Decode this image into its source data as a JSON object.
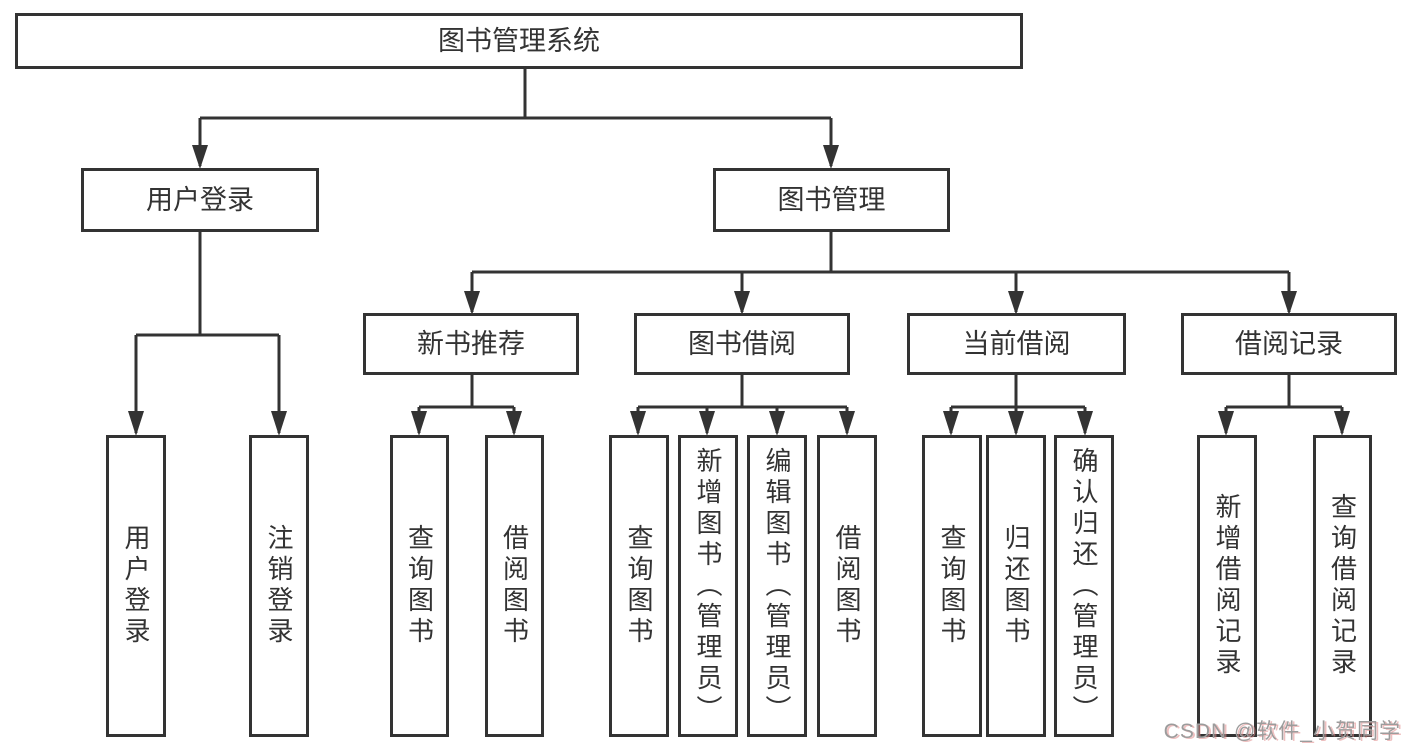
{
  "tree": {
    "label": "图书管理系统",
    "children": [
      {
        "label": "用户登录",
        "children": [
          {
            "label": "用户登录"
          },
          {
            "label": "注销登录"
          }
        ]
      },
      {
        "label": "图书管理",
        "children": [
          {
            "label": "新书推荐",
            "children": [
              {
                "label": "查询图书"
              },
              {
                "label": "借阅图书"
              }
            ]
          },
          {
            "label": "图书借阅",
            "children": [
              {
                "label": "查询图书"
              },
              {
                "label": "新增图书（管理员）"
              },
              {
                "label": "编辑图书（管理员）"
              },
              {
                "label": "借阅图书"
              }
            ]
          },
          {
            "label": "当前借阅",
            "children": [
              {
                "label": "查询图书"
              },
              {
                "label": "归还图书"
              },
              {
                "label": "确认归还（管理员）"
              }
            ]
          },
          {
            "label": "借阅记录",
            "children": [
              {
                "label": "新增借阅记录"
              },
              {
                "label": "查询借阅记录"
              }
            ]
          }
        ]
      }
    ]
  },
  "watermark": {
    "text": "CSDN @软件_小贺同学"
  },
  "colors": {
    "line": "#333333",
    "node_border": "#333333",
    "node_fill": "#ffffff",
    "node_text": "#333333",
    "watermark_text": "#9c9c9c",
    "watermark_shadow": "#e08a8a"
  }
}
